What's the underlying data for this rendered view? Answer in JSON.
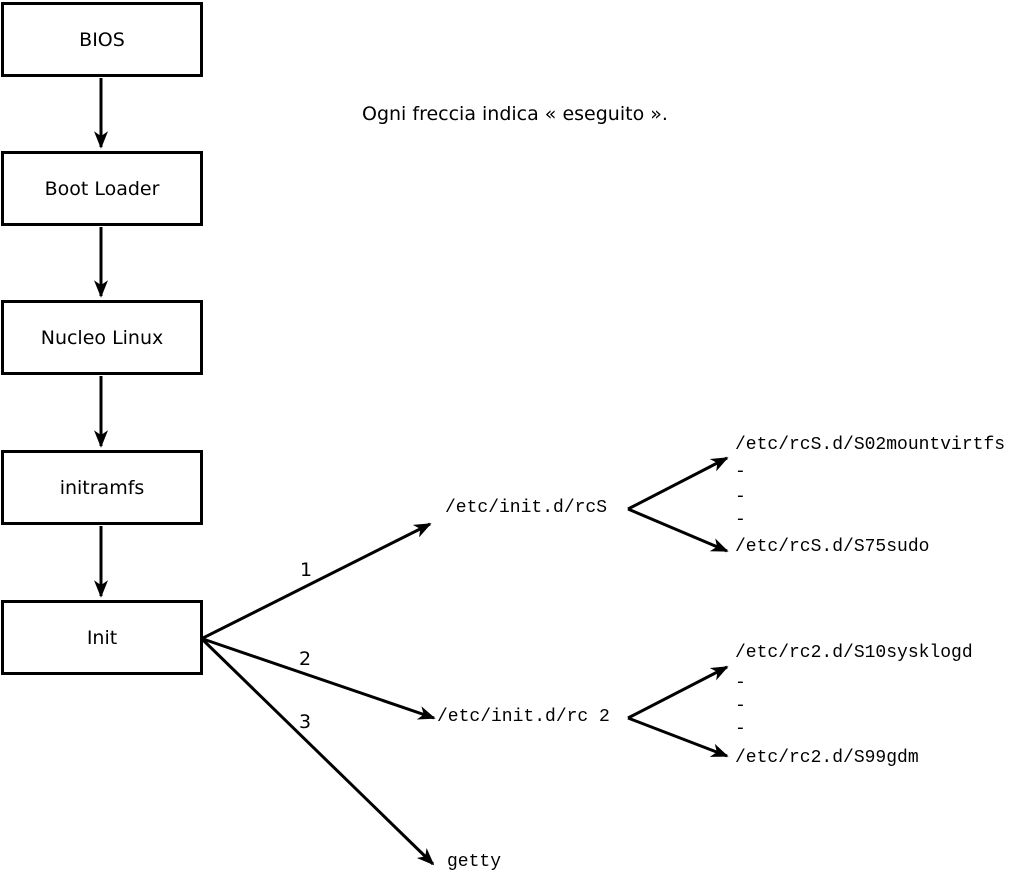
{
  "caption": "Ogni freccia indica « eseguito ».",
  "chain": [
    {
      "label": "BIOS"
    },
    {
      "label": "Boot Loader"
    },
    {
      "label": "Nucleo Linux"
    },
    {
      "label": "initramfs"
    },
    {
      "label": "Init"
    }
  ],
  "branches": [
    {
      "number": "1",
      "target": "/etc/init.d/rcS"
    },
    {
      "number": "2",
      "target": "/etc/init.d/rc 2"
    },
    {
      "number": "3",
      "target": "getty"
    }
  ],
  "fan_rcS": {
    "lines": [
      "/etc/rcS.d/S02mountvirtfs",
      "-",
      "-",
      "-",
      "/etc/rcS.d/S75sudo"
    ]
  },
  "fan_rc2": {
    "lines": [
      "/etc/rc2.d/S10sysklogd",
      "-",
      "-",
      "-",
      "/etc/rc2.d/S99gdm"
    ]
  },
  "colors": {
    "line": "#000000",
    "background": "#ffffff"
  }
}
